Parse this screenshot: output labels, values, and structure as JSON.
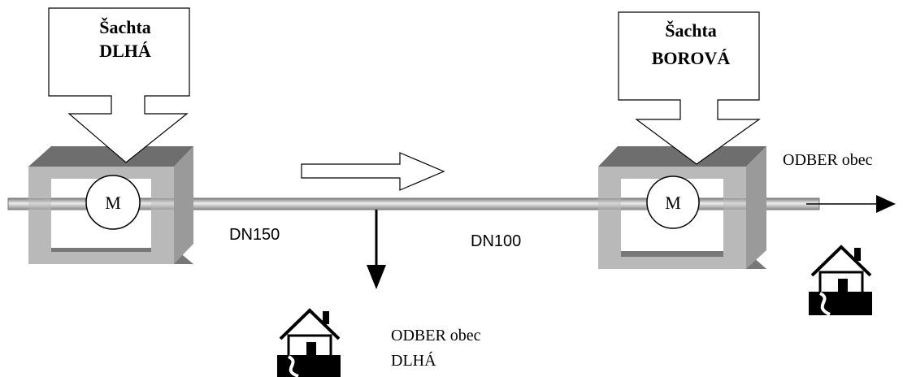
{
  "shafts": [
    {
      "line1": "Šachta",
      "line2": "DLHÁ"
    },
    {
      "line1": "Šachta",
      "line2": "BOROVÁ"
    }
  ],
  "meters": [
    {
      "label": "M"
    },
    {
      "label": "M"
    }
  ],
  "pipes": [
    {
      "label": "DN150"
    },
    {
      "label": "DN100"
    }
  ],
  "offtakes": [
    {
      "line1": "ODBER obec",
      "line2": "DLHÁ"
    },
    {
      "line1": "ODBER obec"
    }
  ],
  "icons": [
    "house-icon",
    "house-icon",
    "flow-direction-arrow-icon"
  ],
  "colors": {
    "box_top": "#6e6e6e",
    "box_side": "#9a9a9a",
    "box_front": "#b9b9b9",
    "pipe_dark": "#8c8c8c",
    "pipe_light": "#e6e6e6"
  }
}
